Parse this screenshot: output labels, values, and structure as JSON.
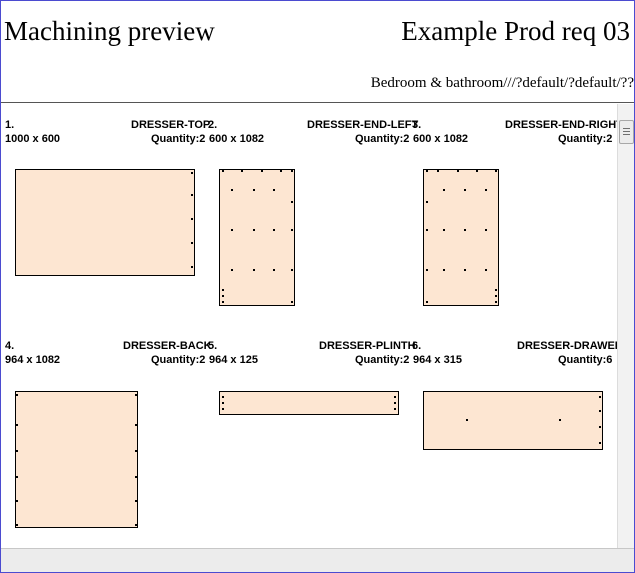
{
  "header": {
    "title": "Machining preview",
    "order": "Example Prod req 03",
    "path": "Bedroom & bathroom///?default/?default/??"
  },
  "parts": [
    {
      "num": "1.",
      "name": "DRESSER-TOP",
      "size": "1000 x 600",
      "qty": "Quantity:2"
    },
    {
      "num": "2.",
      "name": "DRESSER-END-LEFT",
      "size": "600 x 1082",
      "qty": "Quantity:2"
    },
    {
      "num": "3.",
      "name": "DRESSER-END-RIGHT",
      "size": "600 x 1082",
      "qty": "Quantity:2"
    },
    {
      "num": "4.",
      "name": "DRESSER-BACK",
      "size": "964 x 1082",
      "qty": "Quantity:2"
    },
    {
      "num": "5.",
      "name": "DRESSER-PLINTH",
      "size": "964 x 125",
      "qty": "Quantity:2"
    },
    {
      "num": "6.",
      "name": "DRESSER-DRAWER",
      "size": "964 x 315",
      "qty": "Quantity:6"
    }
  ],
  "colors": {
    "panel_fill": "#fde6d2",
    "frame_border": "#4b4bd0"
  }
}
